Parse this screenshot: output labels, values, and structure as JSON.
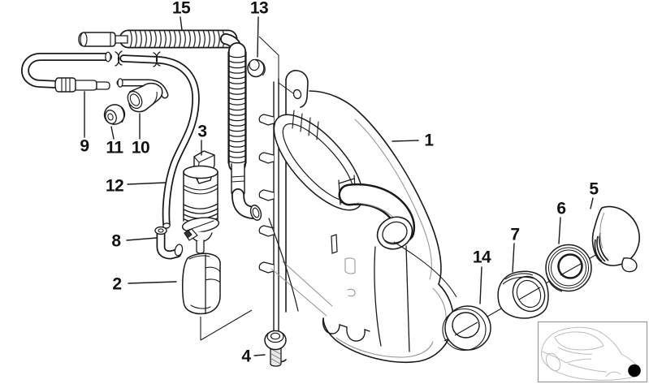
{
  "figure_type": "exploded-parts-diagram",
  "callouts": [
    {
      "num": "1"
    },
    {
      "num": "2"
    },
    {
      "num": "3"
    },
    {
      "num": "4"
    },
    {
      "num": "5"
    },
    {
      "num": "6"
    },
    {
      "num": "7"
    },
    {
      "num": "8"
    },
    {
      "num": "9"
    },
    {
      "num": "10"
    },
    {
      "num": "11"
    },
    {
      "num": "12"
    },
    {
      "num": "13"
    },
    {
      "num": "14"
    },
    {
      "num": "15"
    }
  ],
  "icons": {
    "car_location": "car-location-icon",
    "location_marker": "location-dot-icon"
  },
  "colors": {
    "line": "#1a1a1a",
    "detail_line": "#979797",
    "background": "#ffffff",
    "location_dot": "#000000",
    "inset_line": "#bcbcbc",
    "inset_border": "#9a9a9a"
  }
}
